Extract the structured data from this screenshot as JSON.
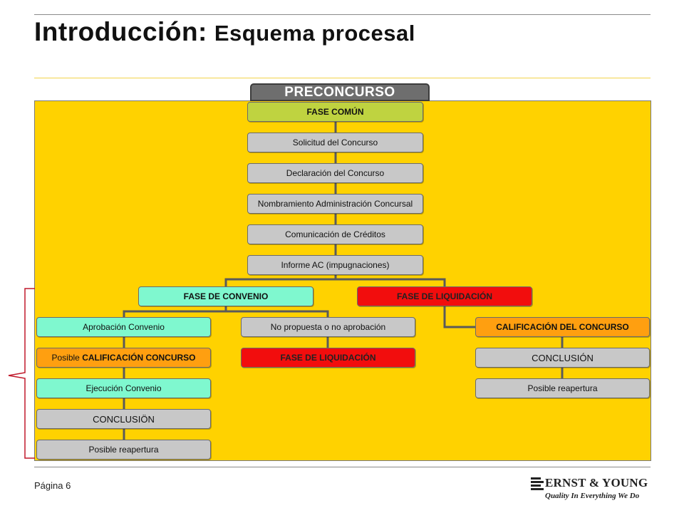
{
  "header": {
    "title": "Introducción:",
    "subtitle": "Esquema procesal"
  },
  "diagram": {
    "tab_label": "PRECONCURSO",
    "common": {
      "phase": "FASE COMÚN",
      "steps": [
        "Solicitud del Concurso",
        "Declaración del Concurso",
        "Nombramiento Administración Concursal",
        "Comunicación de Créditos",
        "Informe AC (impugnaciones)"
      ]
    },
    "convenio": {
      "phase": "FASE DE CONVENIO",
      "approval": "Aprobación Convenio",
      "calificacion_prefix": "Posible ",
      "calificacion_bold": "CALIFICACIÓN CONCURSO",
      "execution": "Ejecución Convenio",
      "conclusion": "CONCLUSIÖN",
      "reopening": "Posible reapertura",
      "no_approval": "No propuesta o no aprobación",
      "liquidation": "FASE DE LIQUIDACIÓN"
    },
    "liquidacion": {
      "phase": "FASE DE LIQUIDACIÓN",
      "calificacion": "CALIFICACIÓN DEL CONCURSO",
      "conclusion": "CONCLUSIÓN",
      "reopening": "Posible reapertura"
    },
    "colors": {
      "background": "#ffd200",
      "common_phase": "#bfd340",
      "step": "#c8c8c8",
      "convenio": "#7ff8cf",
      "liquidacion": "#f20d0d",
      "calificacion": "#ff9f10",
      "connector": "#5a5a5a",
      "bracket": "#c0192b"
    }
  },
  "footer": {
    "page": "Página 6",
    "brand": "ERNST & YOUNG",
    "tagline": "Quality In Everything We Do"
  }
}
